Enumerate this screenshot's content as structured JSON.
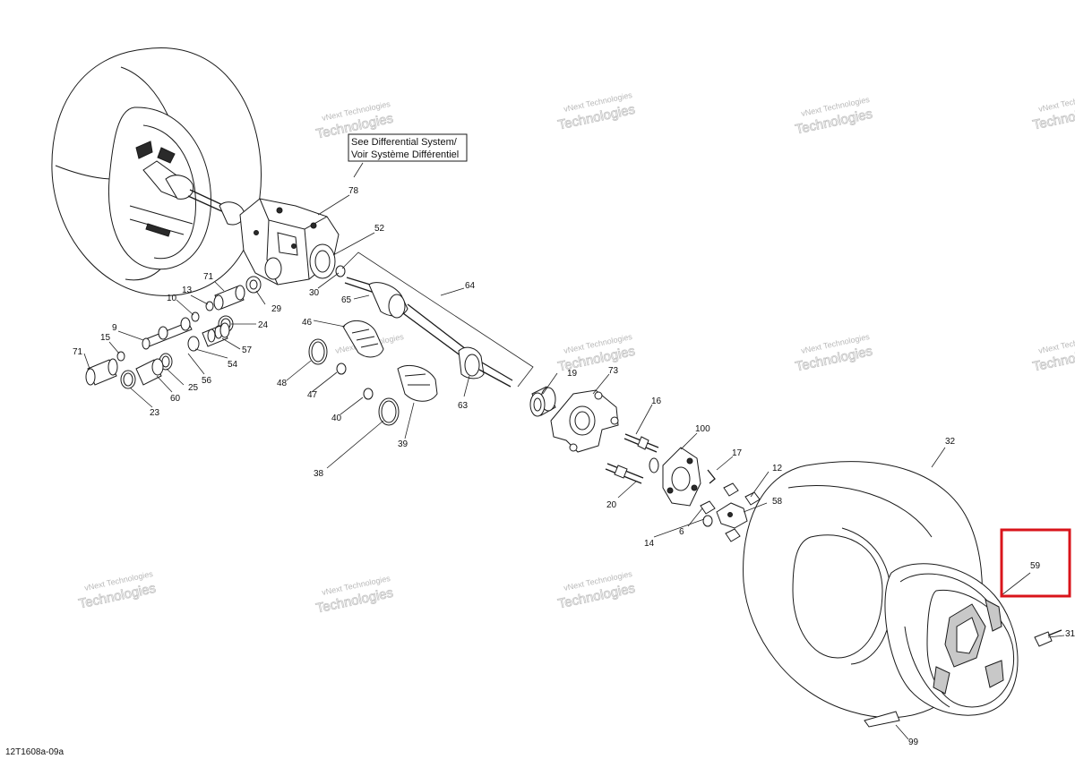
{
  "diagram_code": "12T1608a-09a",
  "note": {
    "line1": "See Differential System/",
    "line2": "Voir Système Différentiel"
  },
  "watermark": {
    "line1": "vNext Technologies",
    "line2": "Technologies"
  },
  "highlight_color": "#d9141b",
  "callouts": {
    "c78": "78",
    "c52": "52",
    "c30": "30",
    "c71a": "71",
    "c29": "29",
    "c10": "10",
    "c13": "13",
    "c24": "24",
    "c9": "9",
    "c15": "15",
    "c71b": "71",
    "c57": "57",
    "c54": "54",
    "c56": "56",
    "c25": "25",
    "c60": "60",
    "c23": "23",
    "c64": "64",
    "c65": "65",
    "c46": "46",
    "c48": "48",
    "c47": "47",
    "c40": "40",
    "c63": "63",
    "c39": "39",
    "c38": "38",
    "c19": "19",
    "c73": "73",
    "c16": "16",
    "c100": "100",
    "c17": "17",
    "c12": "12",
    "c58": "58",
    "c20": "20",
    "c6": "6",
    "c14": "14",
    "c32": "32",
    "c59": "59",
    "c31": "31",
    "c99": "99"
  }
}
